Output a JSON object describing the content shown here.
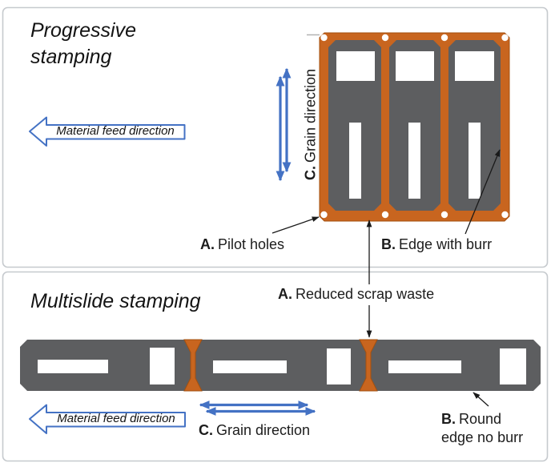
{
  "colors": {
    "carrier_orange": "#C8651F",
    "orange_outline": "#A3500F",
    "part_gray": "#5D5E60",
    "arrow_blue": "#4472C4",
    "text": "#1A1A1A",
    "panel_border": "#C6CACE"
  },
  "progressive": {
    "title": "Progressive stamping",
    "feed_label": "Material feed direction",
    "grain": {
      "prefix": "C.",
      "label": "Grain direction"
    },
    "pilot": {
      "prefix": "A.",
      "label": "Pilot holes"
    },
    "burr": {
      "prefix": "B.",
      "label": "Edge with burr"
    }
  },
  "multislide": {
    "title": "Multislide stamping",
    "feed_label": "Material feed direction",
    "grain": {
      "prefix": "C.",
      "label": "Grain direction"
    },
    "scrap": {
      "prefix": "A.",
      "label": "Reduced scrap waste"
    },
    "round": {
      "prefix": "B.",
      "label": "Round edge no burr"
    }
  }
}
